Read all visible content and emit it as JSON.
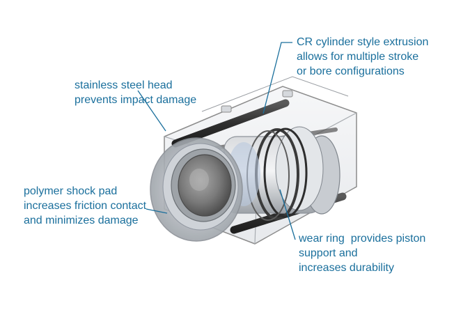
{
  "callouts": {
    "cr_extrusion": {
      "lines": [
        "CR cylinder style extrusion",
        "allows for multiple stroke",
        "or bore configurations"
      ]
    },
    "steel_head": {
      "lines": [
        "stainless steel head",
        "prevents impact damage"
      ]
    },
    "shock_pad": {
      "lines": [
        "polymer shock pad",
        "increases friction contact",
        "and minimizes damage"
      ]
    },
    "wear_ring": {
      "lines": [
        "wear ring  provides piston",
        "support and",
        "increases durability"
      ]
    }
  },
  "colors": {
    "label_text": "#1a6f9c",
    "leader_line": "#1a6f9c",
    "housing_outline": "#8c8c8c",
    "rod_dark": "#3a3a3a",
    "head_metal": "#7d7d7d"
  }
}
